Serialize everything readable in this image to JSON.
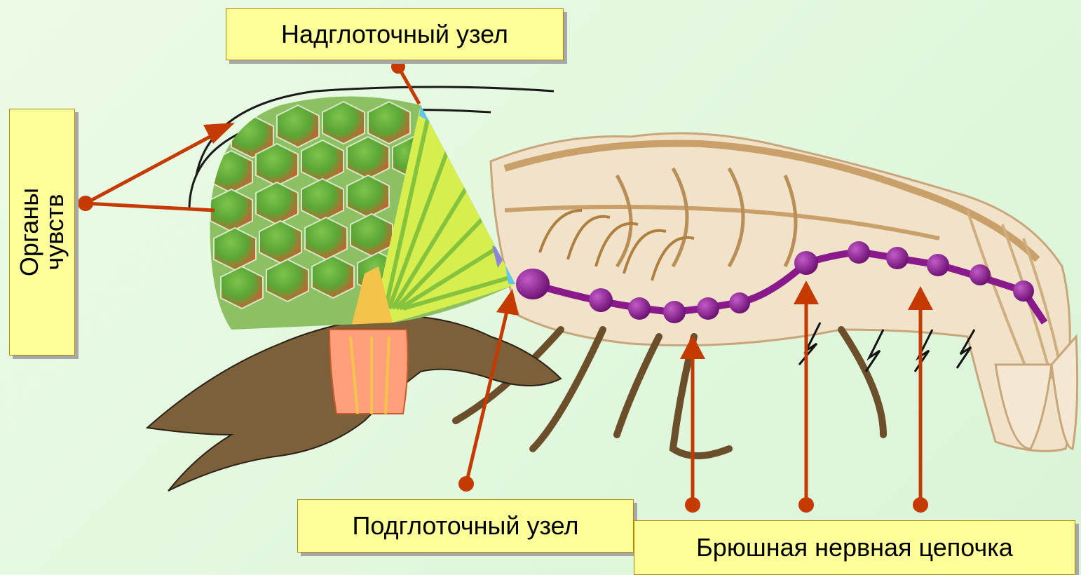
{
  "labels": {
    "supraesophageal": "Надглоточный узел",
    "subesophageal": "Подглоточный узел",
    "ventral_chain": "Брюшная нервная цепочка",
    "sense_organs_line1": "Органы",
    "sense_organs_line2": "чувств"
  },
  "colors": {
    "arrow": "#c43a00",
    "label_fill": "#ffff99",
    "nerve": "#8a1a8c",
    "body": "#d9b78a",
    "claw": "#7b6039",
    "eye_green": "#5fae3a",
    "eye_red": "#d4562e"
  }
}
